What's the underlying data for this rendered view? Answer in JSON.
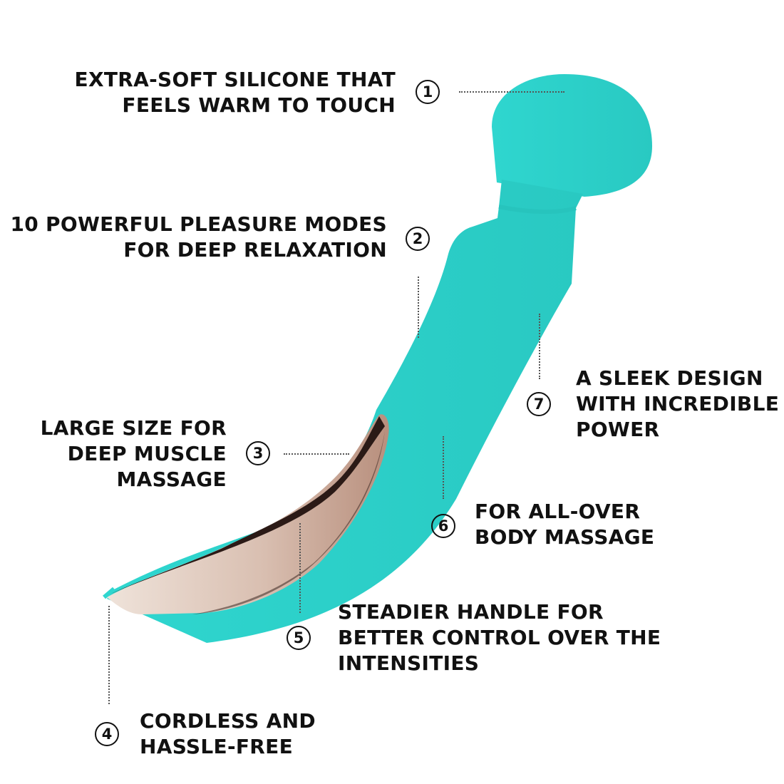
{
  "colors": {
    "body": "#2fd6cf",
    "body_shadow": "#24bdb6",
    "metal_light": "#efe3da",
    "metal_mid": "#c9a998",
    "metal_dark": "#2b1a16",
    "text": "#111111"
  },
  "features": [
    {
      "number": "1",
      "lines": [
        "EXTRA-SOFT SILICONE THAT",
        "FEELS WARM TO TOUCH"
      ]
    },
    {
      "number": "2",
      "lines": [
        "10 POWERFUL PLEASURE MODES",
        "FOR DEEP RELAXATION"
      ]
    },
    {
      "number": "3",
      "lines": [
        "LARGE SIZE FOR",
        "DEEP MUSCLE",
        "MASSAGE"
      ]
    },
    {
      "number": "4",
      "lines": [
        "CORDLESS AND",
        "HASSLE-FREE"
      ]
    },
    {
      "number": "5",
      "lines": [
        "STEADIER HANDLE FOR",
        "BETTER CONTROL OVER THE",
        "INTENSITIES"
      ]
    },
    {
      "number": "6",
      "lines": [
        "FOR ALL-OVER",
        "BODY MASSAGE"
      ]
    },
    {
      "number": "7",
      "lines": [
        "A SLEEK DESIGN",
        "WITH INCREDIBLE",
        "POWER"
      ]
    }
  ]
}
